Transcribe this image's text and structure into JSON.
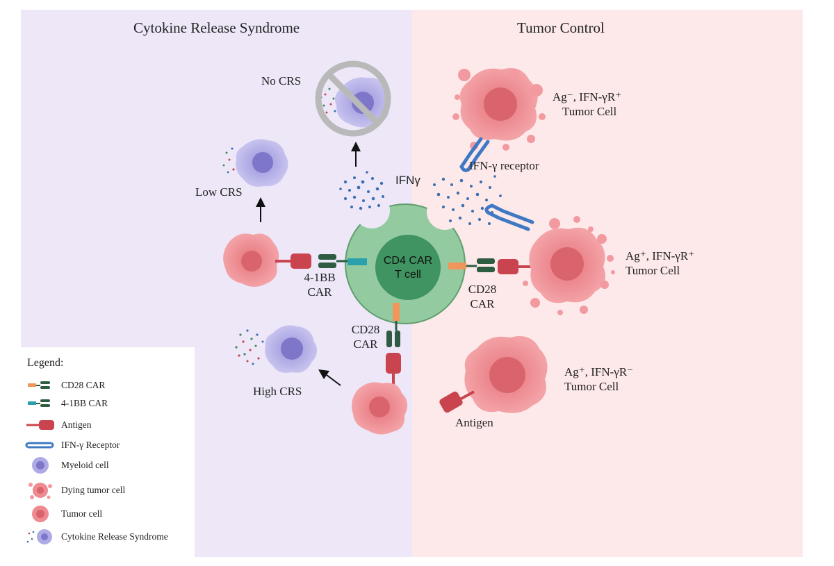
{
  "panels": {
    "left_title": "Cytokine Release Syndrome",
    "right_title": "Tumor Control"
  },
  "labels": {
    "no_crs": "No CRS",
    "low_crs": "Low CRS",
    "high_crs": "High CRS",
    "ifng": "IFNγ",
    "ifng_receptor": "IFN-γ receptor",
    "car_cell_line1": "CD4 CAR",
    "car_cell_line2": "T cell",
    "car_41bb_line1": "4-1BB",
    "car_41bb_line2": "CAR",
    "car_cd28_right_line1": "CD28",
    "car_cd28_right_line2": "CAR",
    "car_cd28_bottom_line1": "CD28",
    "car_cd28_bottom_line2": "CAR",
    "tumor_top_line1": "Ag⁻, IFN-γR⁺",
    "tumor_top_line2": "Tumor Cell",
    "tumor_mid_line1": "Ag⁺, IFN-γR⁺",
    "tumor_mid_line2": "Tumor Cell",
    "tumor_bot_line1": "Ag⁺, IFN-γR⁻",
    "tumor_bot_line2": "Tumor Cell",
    "antigen": "Antigen"
  },
  "legend": {
    "title": "Legend:",
    "items": [
      {
        "label": "CD28 CAR",
        "icon": "cd28-car-icon"
      },
      {
        "label": "4-1BB CAR",
        "icon": "41bb-car-icon"
      },
      {
        "label": "Antigen",
        "icon": "antigen-icon"
      },
      {
        "label": "IFN-γ Receptor",
        "icon": "ifng-receptor-icon"
      },
      {
        "label": "Myeloid cell",
        "icon": "myeloid-cell-icon"
      },
      {
        "label": "Dying tumor cell",
        "icon": "dying-tumor-cell-icon"
      },
      {
        "label": "Tumor cell",
        "icon": "tumor-cell-icon"
      },
      {
        "label": "Cytokine Release Syndrome",
        "icon": "crs-icon"
      }
    ]
  },
  "colors": {
    "left_bg": "#ede7f8",
    "right_bg": "#fde9ea",
    "car_cell": "#93caa0",
    "car_nucleus": "#3f9461",
    "car_domain_dark": "#2e5c43",
    "cd28_orange": "#f0965a",
    "bb41_teal": "#2aa0ad",
    "antigen_red": "#c9444f",
    "tumor_pink": "#ee8a90",
    "tumor_core": "#d9646e",
    "myeloid": "#aeaae6",
    "myeloid_core": "#7e76c8",
    "receptor_blue": "#3f79c3",
    "dot_blue": "#3c6fb0"
  }
}
